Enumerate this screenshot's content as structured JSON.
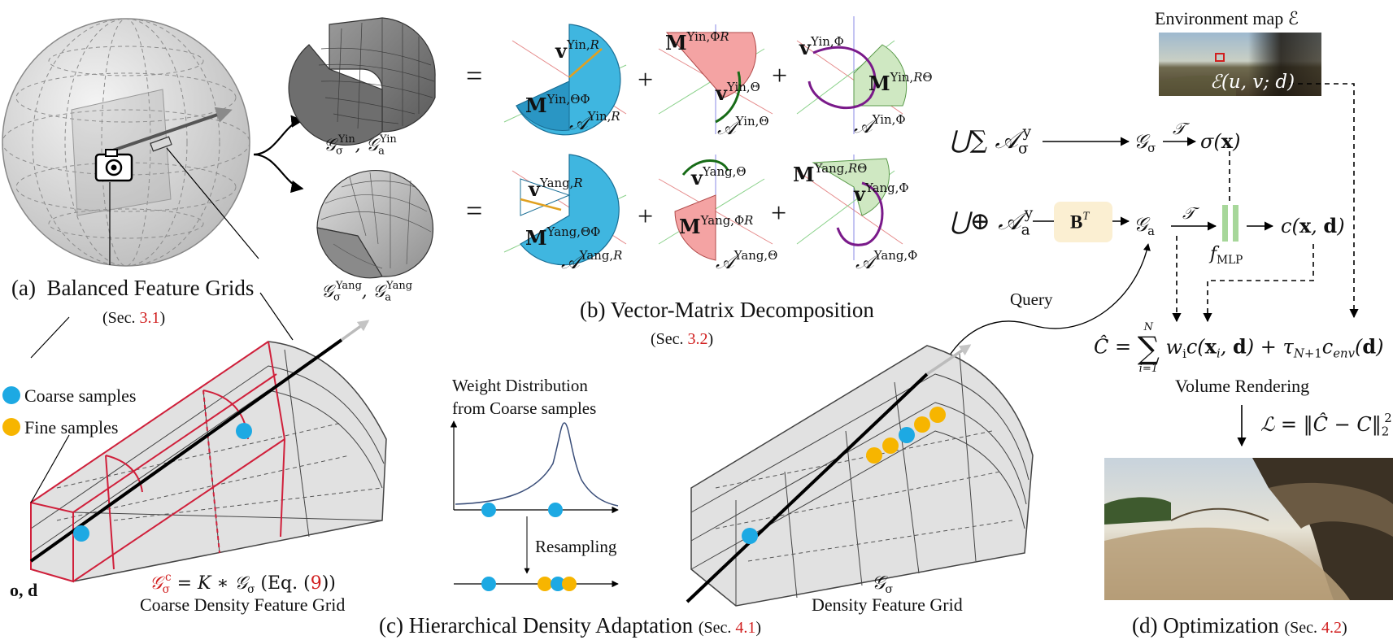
{
  "captions": {
    "a_label": "(a)",
    "a_title": "Balanced Feature Grids",
    "a_ref_pre": "(Sec. ",
    "a_ref_num": "3.1",
    "a_ref_post": ")",
    "b_title": "(b) Vector-Matrix Decomposition",
    "b_ref_pre": "(Sec. ",
    "b_ref_num": "3.2",
    "b_ref_post": ")",
    "c_title": "(c) Hierarchical Density Adaptation",
    "c_ref_pre": "(Sec. ",
    "c_ref_num": "4.1",
    "c_ref_post": ")",
    "d_title": "(d) Optimization",
    "d_ref_pre": "(Sec. ",
    "d_ref_num": "4.2",
    "d_ref_post": ")"
  },
  "grids": {
    "yin_label": "𝒢σYin, 𝒢aYin",
    "yang_label": "𝒢σYang, 𝒢aYang"
  },
  "decomposition": {
    "equals": "=",
    "plus": "+",
    "yin_terms": [
      "vYin,R",
      "MYin,ΘΦ",
      "𝒜Yin,R",
      "MYin,ΦR",
      "vYin,Θ",
      "𝒜Yin,Θ",
      "vYin,Φ",
      "MYin,RΘ",
      "𝒜Yin,Φ"
    ],
    "yang_terms": [
      "vYang,R",
      "MYang,ΘΦ",
      "𝒜Yang,R",
      "vYang,Θ",
      "MYang,ΦR",
      "𝒜Yang,Θ",
      "MYang,RΘ",
      "vYang,Φ",
      "𝒜Yang,Φ"
    ]
  },
  "pipeline": {
    "env_map_title": "Environment map ℰ",
    "env_query": "ℰ(u, v; d)",
    "sigma_sum": "⋃∑ 𝒜σy",
    "G_sigma": "𝒢σ",
    "T": "𝒯",
    "sigma_x": "σ(x)",
    "app_sum": "⋃⊕ 𝒜ay",
    "BT": "BT",
    "G_a": "𝒢a",
    "f_mlp": "fMLP",
    "c_xd": "c(x, d)",
    "query": "Query",
    "render_eq": "Ĉ = ∑i=1N wi c(xi, d) + τN+1 cenv(d)",
    "volume_rendering": "Volume Rendering",
    "loss": "ℒ = ‖Ĉ − C‖²₂"
  },
  "sampling": {
    "coarse_legend": "Coarse samples",
    "fine_legend": "Fine samples",
    "coarse_color": "#1da9e3",
    "fine_color": "#f7b500",
    "weight_title_1": "Weight Distribution",
    "weight_title_2": "from Coarse samples",
    "resampling": "Resampling",
    "od_label": "o, d",
    "coarse_eq_pre": "𝒢σc",
    "coarse_eq_mid": " = K ∗ 𝒢σ (Eq. (",
    "coarse_eq_num": "9",
    "coarse_eq_post": "))",
    "coarse_grid_title": "Coarse Density Feature Grid",
    "density_grid_symbol": "𝒢σ",
    "density_grid_title": "Density Feature Grid"
  },
  "colors": {
    "accent_red": "#d11f1f",
    "blue_shape": "#3fb6e0",
    "pink_shape": "#f4a3a3",
    "green_shape": "#cfe8c2",
    "bt_box": "#fbefd2",
    "mlp_bars": "#a7d79a"
  }
}
